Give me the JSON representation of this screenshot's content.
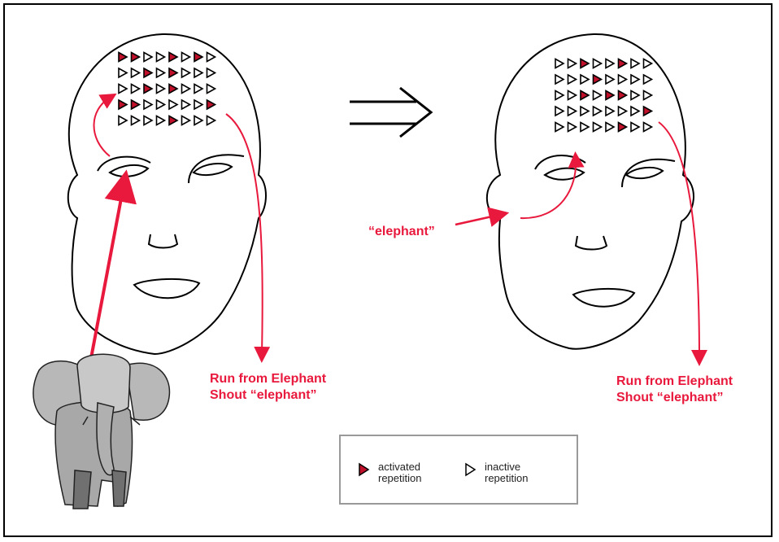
{
  "diagram": {
    "arrow_symbol": "⇒",
    "left_label_line1": "Run from Elephant",
    "left_label_line2": "Shout “elephant”",
    "right_input_label": "“elephant”",
    "right_label_line1": "Run from Elephant",
    "right_label_line2": "Shout “elephant”",
    "legend": {
      "activated_line1": "activated",
      "activated_line2": "repetition",
      "inactive_line1": "inactive",
      "inactive_line2": "repetition"
    },
    "left_grid_active": [
      [
        1,
        1,
        0,
        0,
        1,
        0,
        1,
        0
      ],
      [
        0,
        0,
        1,
        0,
        1,
        0,
        0,
        0
      ],
      [
        0,
        0,
        1,
        0,
        1,
        0,
        0,
        0
      ],
      [
        1,
        1,
        0,
        0,
        0,
        0,
        0,
        1
      ],
      [
        0,
        0,
        0,
        0,
        1,
        0,
        0,
        0
      ]
    ],
    "right_grid_active": [
      [
        0,
        0,
        1,
        0,
        0,
        1,
        0,
        0
      ],
      [
        0,
        0,
        0,
        1,
        0,
        0,
        0,
        0
      ],
      [
        0,
        0,
        1,
        0,
        1,
        1,
        0,
        0
      ],
      [
        0,
        0,
        0,
        0,
        0,
        0,
        0,
        1
      ],
      [
        0,
        0,
        0,
        0,
        0,
        1,
        0,
        0
      ]
    ],
    "colors": {
      "active": "#c0102a",
      "accent": "#e8193c",
      "outline": "#000000"
    }
  }
}
